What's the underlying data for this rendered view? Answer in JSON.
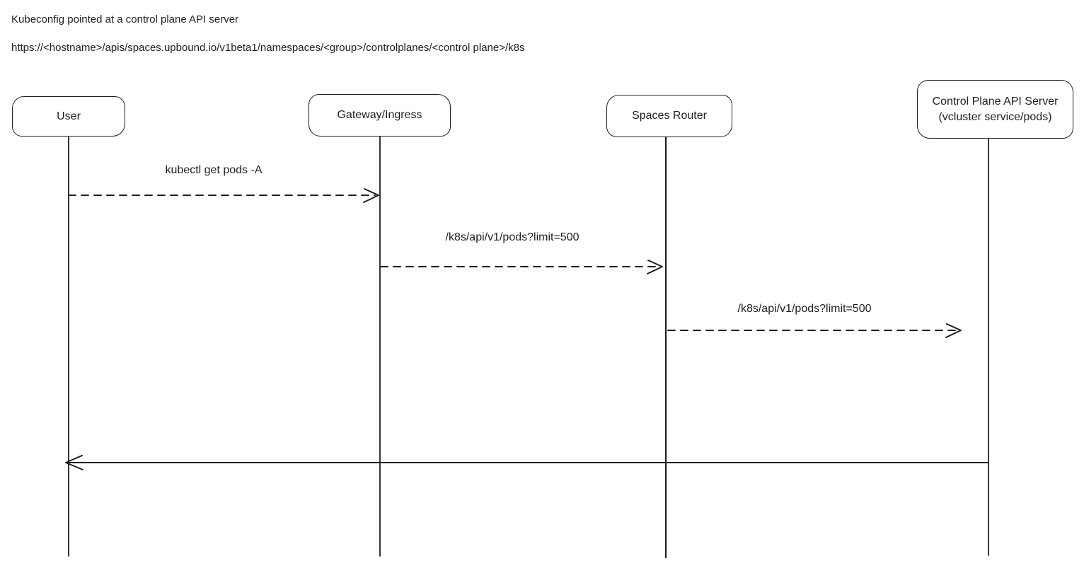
{
  "page": {
    "background": "#ffffff",
    "stroke_color": "#1e1e1e",
    "text_color": "#1e1e1e"
  },
  "header": {
    "line1": "Kubeconfig pointed at a control plane API server",
    "line2": "https://<hostname>/apis/spaces.upbound.io/v1beta1/namespaces/<group>/controlplanes/<control plane>/k8s"
  },
  "actors": [
    {
      "id": "user",
      "label": "User"
    },
    {
      "id": "gateway",
      "label": "Gateway/Ingress"
    },
    {
      "id": "spaces-router",
      "label": "Spaces Router"
    },
    {
      "id": "control-plane",
      "label": "Control Plane API Server",
      "sublabel": "(vcluster service/pods)"
    }
  ],
  "messages": [
    {
      "from": "User",
      "to": "Gateway/Ingress",
      "label": "kubectl get pods -A",
      "line_style": "dashed",
      "direction": "right"
    },
    {
      "from": "Gateway/Ingress",
      "to": "Spaces Router",
      "label": "/k8s/api/v1/pods?limit=500",
      "line_style": "dashed",
      "direction": "right"
    },
    {
      "from": "Spaces Router",
      "to": "Control Plane API Server",
      "label": "/k8s/api/v1/pods?limit=500",
      "line_style": "dashed",
      "direction": "right"
    },
    {
      "from": "Control Plane API Server",
      "to": "User",
      "label": "",
      "line_style": "solid",
      "direction": "left"
    }
  ]
}
